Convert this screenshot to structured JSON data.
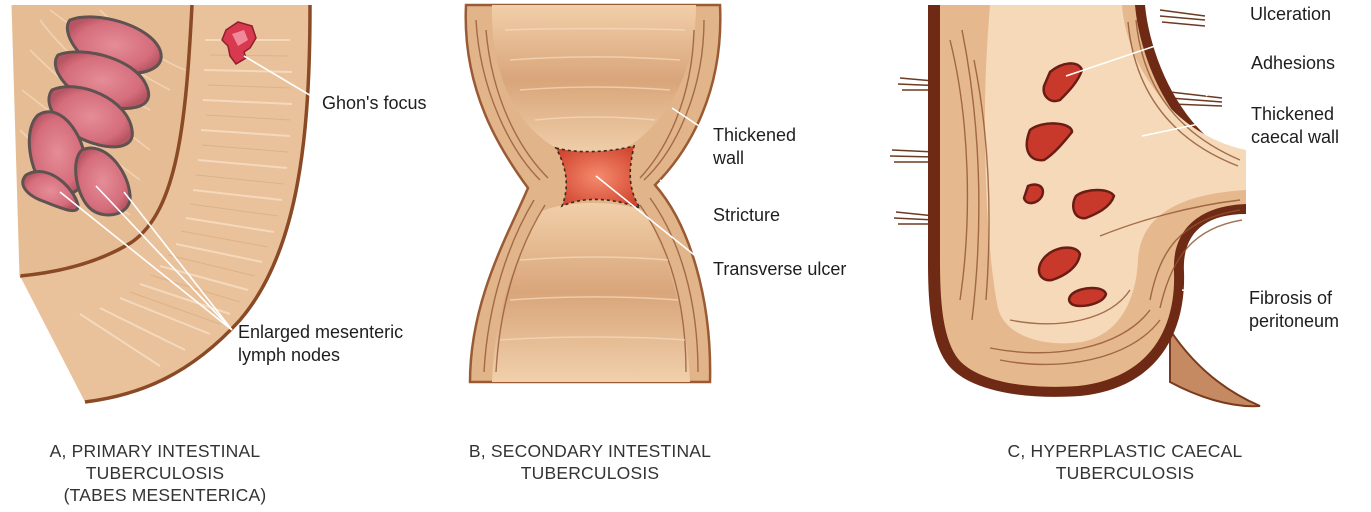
{
  "panel_a": {
    "labels": {
      "ghon": "Ghon's focus",
      "nodes_line1": "Enlarged mesenteric",
      "nodes_line2": "lymph nodes"
    },
    "caption": {
      "line1": "A, PRIMARY INTESTINAL",
      "line2": "TUBERCULOSIS",
      "line3": "(TABES MESENTERICA)"
    }
  },
  "panel_b": {
    "labels": {
      "thickened_line1": "Thickened",
      "thickened_line2": "wall",
      "stricture": "Stricture",
      "ulcer": "Transverse ulcer"
    },
    "caption": {
      "line1": "B, SECONDARY INTESTINAL",
      "line2": "TUBERCULOSIS"
    }
  },
  "panel_c": {
    "labels": {
      "ulceration": "Ulceration",
      "adhesions": "Adhesions",
      "thickened_line1": "Thickened",
      "thickened_line2": "caecal wall",
      "fibrosis_line1": "Fibrosis of",
      "fibrosis_line2": "peritoneum"
    },
    "caption": {
      "line1": "C, HYPERPLASTIC CAECAL",
      "line2": "TUBERCULOSIS"
    }
  },
  "colors": {
    "tissue": "#e8c19a",
    "tissue_light": "#f5d9bd",
    "outline": "#8a4a26",
    "dark_wall": "#6b2a14",
    "node_fill": "#d9707d",
    "ulcer_red": "#c8392c",
    "leader": "#ffffff"
  }
}
